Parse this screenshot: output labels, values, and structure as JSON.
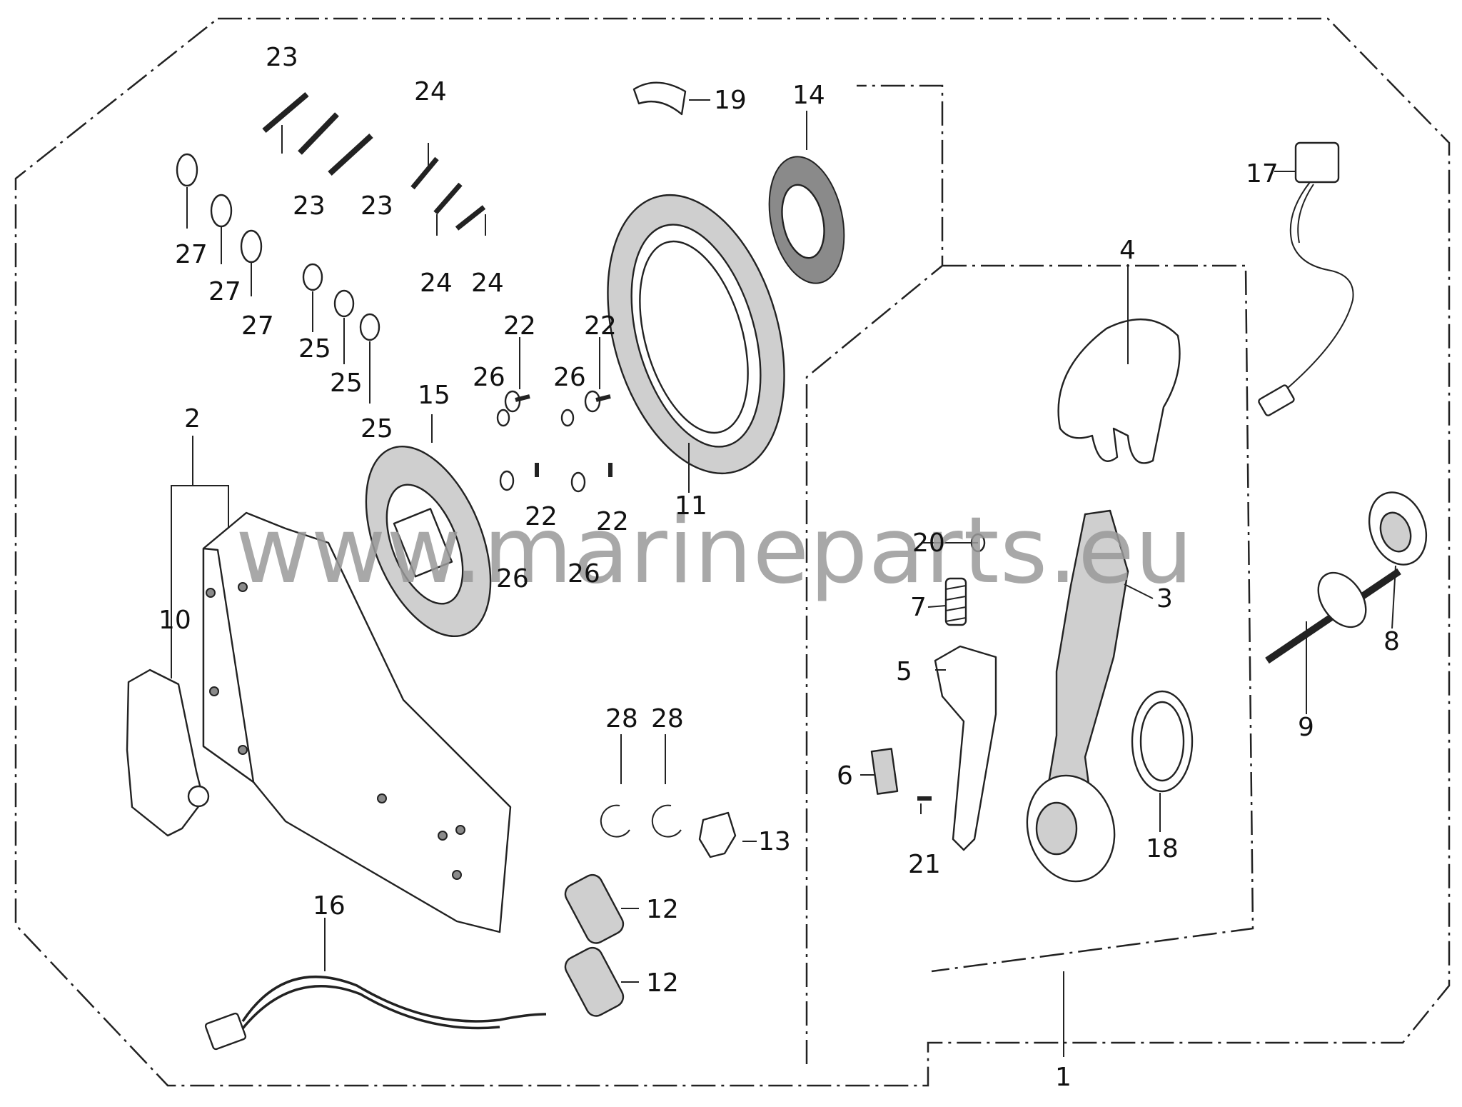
{
  "watermark": "www.marineparts.eu",
  "callouts": {
    "c1": "1",
    "c2": "2",
    "c3": "3",
    "c4": "4",
    "c5": "5",
    "c6": "6",
    "c7": "7",
    "c8": "8",
    "c9": "9",
    "c10": "10",
    "c11": "11",
    "c12": "12",
    "c13": "13",
    "c14": "14",
    "c15": "15",
    "c16": "16",
    "c17": "17",
    "c18": "18",
    "c19": "19",
    "c20": "20",
    "c21": "21",
    "c22": "22",
    "c23": "23",
    "c24": "24",
    "c25": "25",
    "c26": "26",
    "c27": "27",
    "c28": "28"
  },
  "colors": {
    "line": "#222222",
    "shade": "#cfcfcf",
    "watermark": "#9a9a9a"
  }
}
